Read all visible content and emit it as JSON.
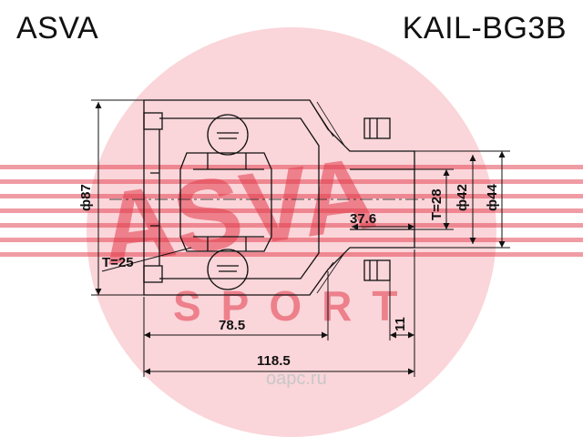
{
  "header": {
    "brand": "ASVA",
    "part_number": "KAIL-BG3B"
  },
  "watermark": {
    "logo_text": "ASVA",
    "logo_subtext": "SPORT",
    "site": "oapc.ru",
    "color": "#e23a4a"
  },
  "dimensions": {
    "outer_diameter": "ф87",
    "spline_teeth_inner": "T=25",
    "spline_teeth_outer": "T=28",
    "shaft_diameter_a": "ф42",
    "shaft_diameter_b": "ф44",
    "stub_length": "37.6",
    "housing_length": "78.5",
    "flange_width": "11",
    "total_length": "118.5"
  },
  "colors": {
    "line": "#111111",
    "accent": "#e23a4a"
  }
}
